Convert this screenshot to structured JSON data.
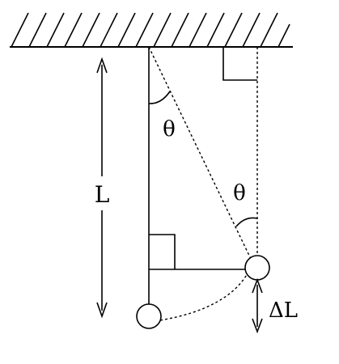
{
  "labels": {
    "length": "L",
    "angle_top": "θ",
    "angle_bottom": "θ",
    "delta_length": "ΔL"
  },
  "colors": {
    "stroke": "#000000",
    "background": "#ffffff"
  }
}
